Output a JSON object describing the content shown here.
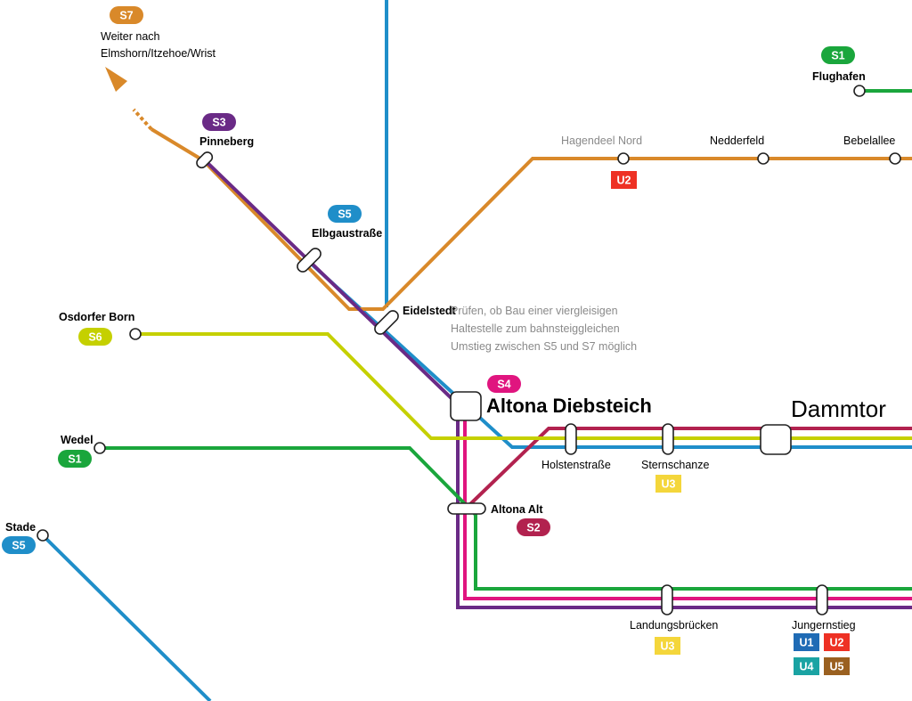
{
  "colors": {
    "S1": "#1aa63c",
    "S2": "#b2224f",
    "S3": "#6a2a86",
    "S4": "#e0157f",
    "S5": "#1f8ec9",
    "S6": "#c5d000",
    "S7": "#d9892a",
    "U1": "#1f6bb5",
    "U2": "#ee3124",
    "U3": "#f4d63b",
    "U4": "#1aa3a3",
    "U5": "#9a6020"
  },
  "badges": {
    "s7": "S7",
    "s3": "S3",
    "s5_elbgau": "S5",
    "s6": "S6",
    "s1_wedel": "S1",
    "s5_stade": "S5",
    "s4": "S4",
    "s2": "S2",
    "s1_flughafen": "S1",
    "u2_hagendeel": "U2",
    "u3_sternschanze": "U3",
    "u3_landungsbruecken": "U3",
    "u1_jungfernstieg": "U1",
    "u2_jungfernstieg": "U2",
    "u4_jungfernstieg": "U4",
    "u5_jungfernstieg": "U5"
  },
  "labels": {
    "weiter_line1": "Weiter nach",
    "weiter_line2": "Elmshorn/Itzehoe/Wrist",
    "pinneberg": "Pinneberg",
    "elbgaustrasse": "Elbgaustraße",
    "eidelstedt": "Eidelstedt",
    "note_line1": "Prüfen, ob Bau einer viergleisigen",
    "note_line2": "Haltestelle zum bahnsteiggleichen",
    "note_line3": "Umstieg zwischen S5 und S7 möglich",
    "osdorfer_born": "Osdorfer Born",
    "wedel": "Wedel",
    "stade": "Stade",
    "altona_diebsteich": "Altona Diebsteich",
    "dammtor": "Dammtor",
    "holstenstrasse": "Holstenstraße",
    "sternschanze": "Sternschanze",
    "altona_alt": "Altona Alt",
    "landungsbruecken": "Landungsbrücken",
    "jungernstieg": "Jungernstieg",
    "hagendeel_nord": "Hagendeel Nord",
    "nedderfeld": "Nedderfeld",
    "bebelallee": "Bebelallee",
    "flughafen": "Flughafen"
  }
}
